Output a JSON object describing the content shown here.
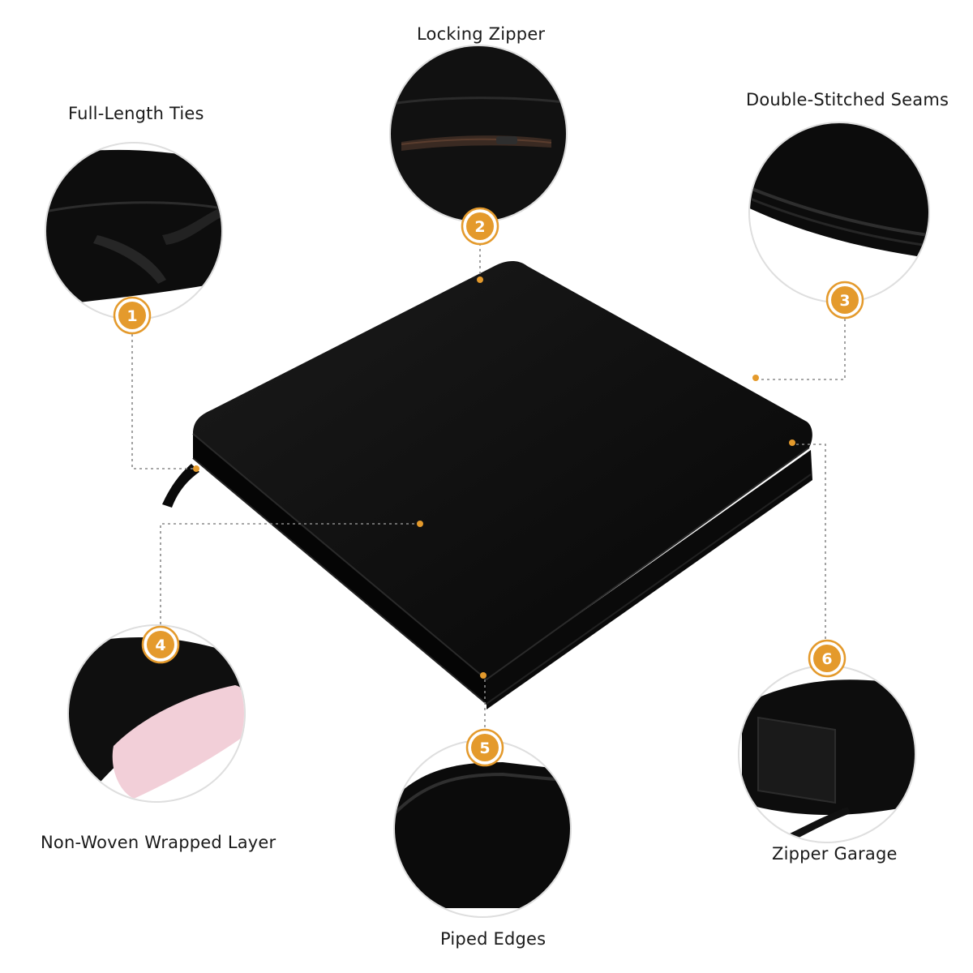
{
  "features": [
    {
      "number": "1",
      "label": "Full-Length Ties"
    },
    {
      "number": "2",
      "label": "Locking Zipper"
    },
    {
      "number": "3",
      "label": "Double-Stitched Seams"
    },
    {
      "number": "4",
      "label": "Non-Woven Wrapped Layer"
    },
    {
      "number": "5",
      "label": "Piped Edges"
    },
    {
      "number": "6",
      "label": "Zipper Garage"
    }
  ],
  "colors": {
    "accent": "#e49a2c",
    "cushion": "#0e0e0e",
    "foam": "#f2cfd8"
  }
}
